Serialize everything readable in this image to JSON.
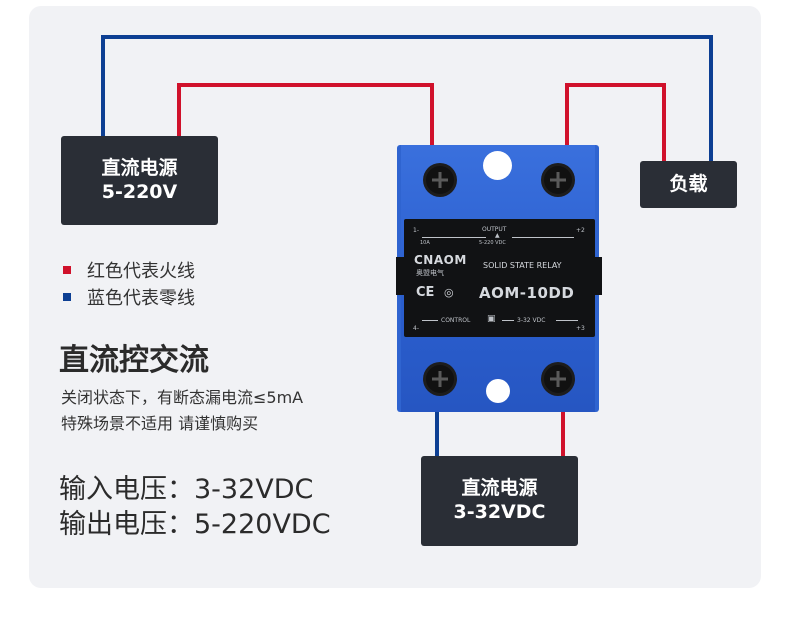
{
  "labels": {
    "dc_source": {
      "line1": "直流电源",
      "line2": "5-220V"
    },
    "load": "负载",
    "control_source": {
      "line1": "直流电源",
      "line2": "3-32VDC"
    }
  },
  "legend": [
    {
      "text": "红色代表火线",
      "color": "#d0112b"
    },
    {
      "text": "蓝色代表零线",
      "color": "#0d3f93"
    }
  ],
  "title": "直流控交流",
  "notes": [
    "关闭状态下，有断态漏电流≤5mA",
    "特殊场景不适用 请谨慎购买"
  ],
  "specs": [
    "输入电压：3-32VDC",
    "输出电压：5-220VDC"
  ],
  "relay": {
    "brand": "CNAOM",
    "brand_cn": "奥盟电气",
    "product": "SOLID STATE RELAY",
    "model": "AOM-10DD",
    "output_label": "OUTPUT",
    "output_range": "5-220  VDC",
    "current": "10A",
    "control_label": "CONTROL",
    "control_range": "3-32 VDC",
    "terminal_1": "1-",
    "terminal_2": "+2",
    "terminal_3": "+3",
    "terminal_4": "4-",
    "cert": "CE"
  },
  "colors": {
    "live": "#d0112b",
    "neutral": "#0d3f93"
  }
}
